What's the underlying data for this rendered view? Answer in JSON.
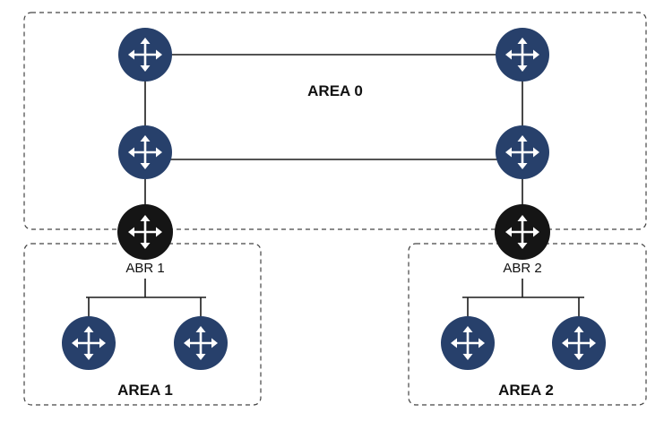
{
  "diagram": {
    "areas": [
      {
        "id": "area0",
        "label": "AREA 0"
      },
      {
        "id": "area1",
        "label": "AREA 1"
      },
      {
        "id": "area2",
        "label": "AREA 2"
      }
    ],
    "abrs": [
      {
        "id": "abr1",
        "label": "ABR 1"
      },
      {
        "id": "abr2",
        "label": "ABR 2"
      }
    ],
    "routers": [
      {
        "id": "a0-top-left",
        "area": "AREA 0",
        "role": "router"
      },
      {
        "id": "a0-top-right",
        "area": "AREA 0",
        "role": "router"
      },
      {
        "id": "a0-bottom-left",
        "area": "AREA 0",
        "role": "router"
      },
      {
        "id": "a0-bottom-right",
        "area": "AREA 0",
        "role": "router"
      },
      {
        "id": "abr1",
        "area": "AREA 0 / AREA 1",
        "role": "abr"
      },
      {
        "id": "abr2",
        "area": "AREA 0 / AREA 2",
        "role": "abr"
      },
      {
        "id": "a1-left",
        "area": "AREA 1",
        "role": "router"
      },
      {
        "id": "a1-right",
        "area": "AREA 1",
        "role": "router"
      },
      {
        "id": "a2-left",
        "area": "AREA 2",
        "role": "router"
      },
      {
        "id": "a2-right",
        "area": "AREA 2",
        "role": "router"
      }
    ],
    "links": [
      [
        "a0-top-left",
        "a0-top-right"
      ],
      [
        "a0-top-left",
        "a0-bottom-left"
      ],
      [
        "a0-top-right",
        "a0-bottom-right"
      ],
      [
        "a0-bottom-left",
        "a0-bottom-right"
      ],
      [
        "a0-bottom-left",
        "abr1"
      ],
      [
        "a0-bottom-right",
        "abr2"
      ],
      [
        "abr1",
        "a1-left"
      ],
      [
        "abr1",
        "a1-right"
      ],
      [
        "abr2",
        "a2-left"
      ],
      [
        "abr2",
        "a2-right"
      ]
    ],
    "icon": "router-icon",
    "colors": {
      "router": "#27406b",
      "abr": "#151515",
      "icon_arrows": "#ffffff",
      "box_border": "#444444"
    }
  }
}
